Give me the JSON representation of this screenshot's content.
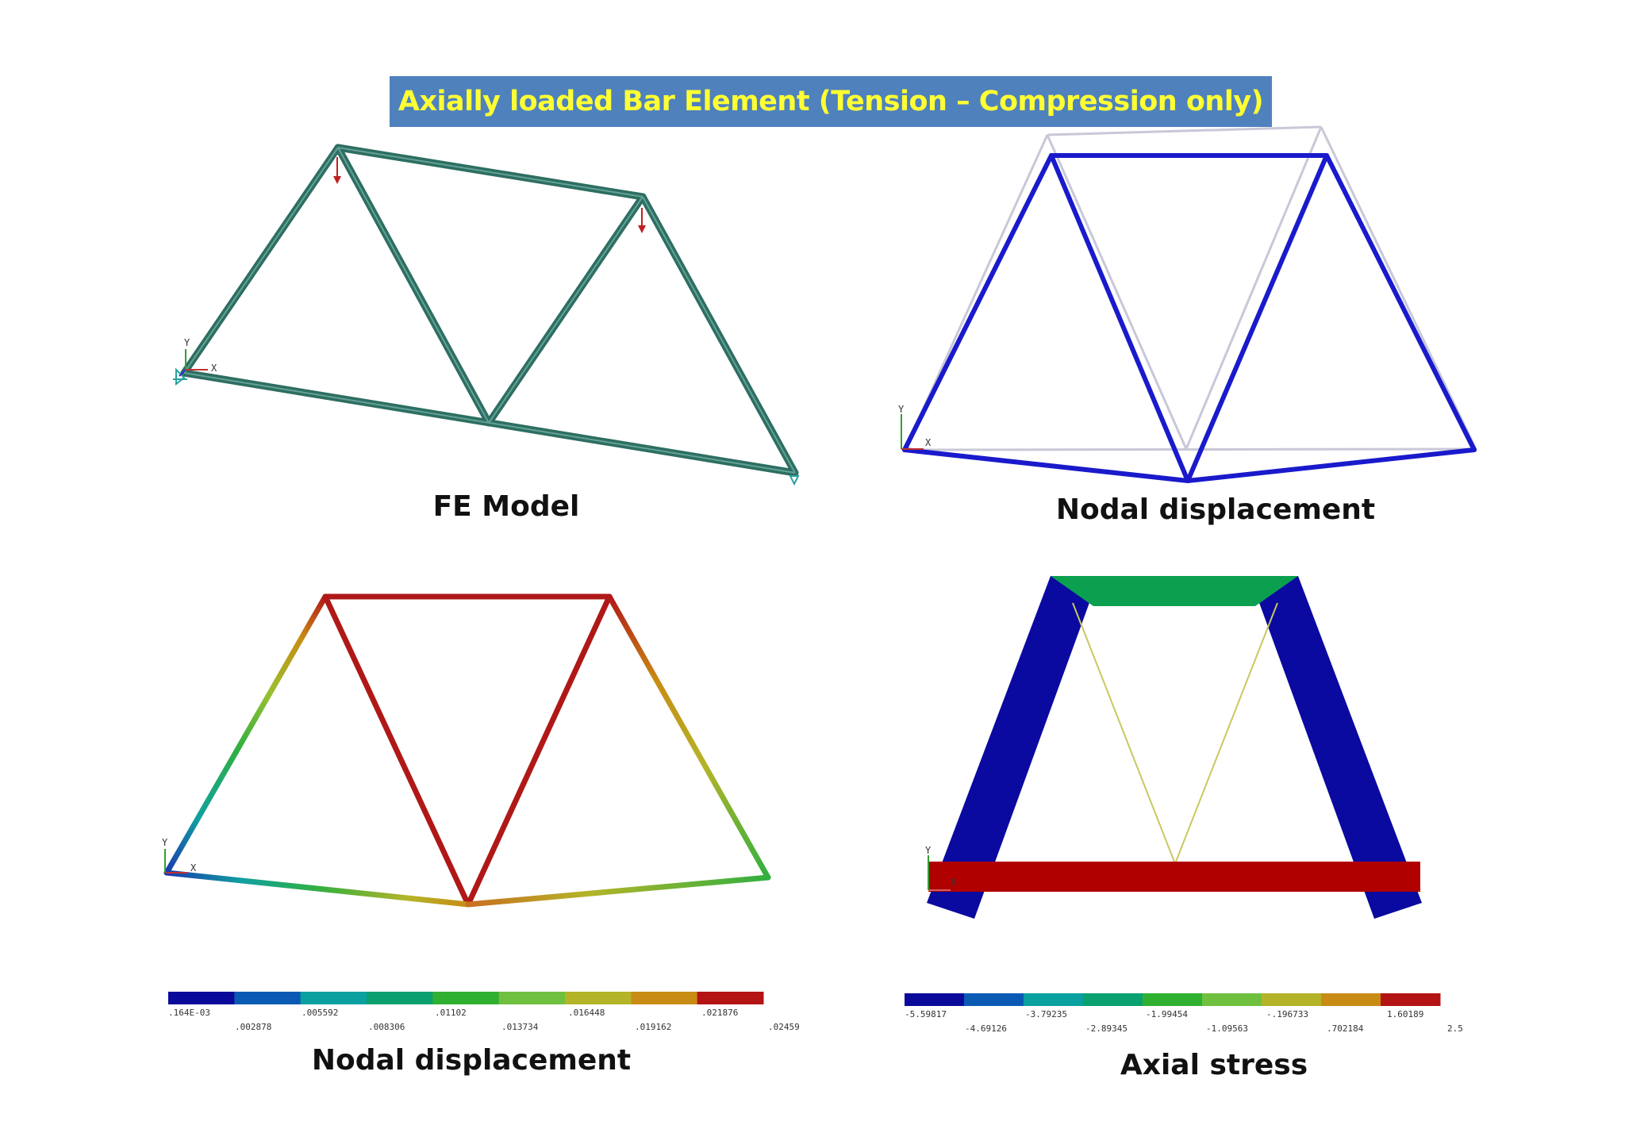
{
  "slide": {
    "title": "Axially loaded Bar Element (Tension – Compression only)"
  },
  "panels": {
    "fe_model": {
      "caption": "FE Model"
    },
    "deformed": {
      "caption": "Nodal displacement"
    },
    "contour": {
      "caption": "Nodal displacement"
    },
    "stress": {
      "caption": "Axial stress"
    }
  },
  "axis_triad": {
    "y_label": "Y",
    "x_label": "X"
  },
  "colors": {
    "banner_bg": "#4f81bd",
    "banner_text": "#ffff33",
    "fe_model_members": "#2e6e62",
    "deformed_members": "#1a1acc",
    "undeformed_ghost": "#c8c8d8",
    "load_arrow": "#c02020",
    "contour_hot": "#b01818",
    "stress_compression": "#0a0aa0",
    "stress_tension": "#b00000",
    "stress_mid": "#0aa050"
  },
  "legends": {
    "displacement": {
      "swatches": [
        "#0a0a9a",
        "#0a5ab4",
        "#0aa0a0",
        "#0aa070",
        "#30b030",
        "#70c040",
        "#b4b428",
        "#c88c14",
        "#b41414"
      ],
      "labels_top": [
        ".164E-03",
        ".005592",
        ".01102",
        ".016448",
        ".021876"
      ],
      "labels_bottom": [
        ".002878",
        ".008306",
        ".013734",
        ".019162",
        ".02459"
      ]
    },
    "stress": {
      "swatches": [
        "#0a0a9a",
        "#0a5ab4",
        "#0aa0a0",
        "#0aa070",
        "#30b030",
        "#70c040",
        "#b4b428",
        "#c88c14",
        "#b41414"
      ],
      "labels_top": [
        "-5.59817",
        "-3.79235",
        "-1.99454",
        "-.196733",
        "1.60189"
      ],
      "labels_bottom": [
        "-4.69126",
        "-2.89345",
        "-1.09563",
        ".702184",
        "2.5"
      ]
    }
  }
}
